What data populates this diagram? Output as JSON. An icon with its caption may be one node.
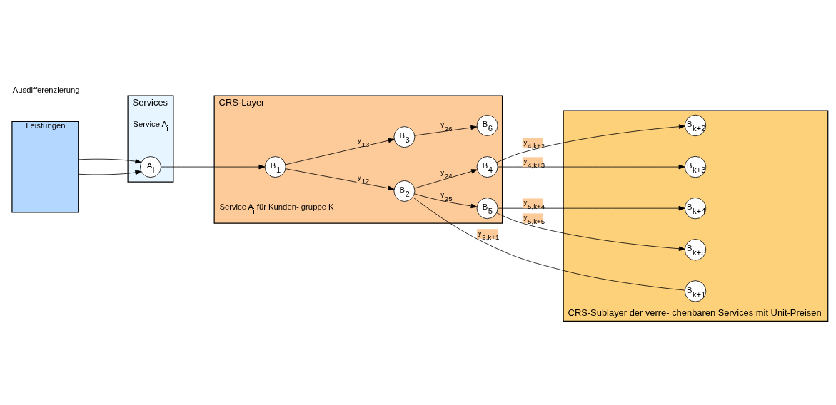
{
  "diagram": {
    "nodes": [
      {
        "text": [
          "Leistungen"
        ]
      },
      {
        "text": [
          "Services"
        ]
      },
      {
        "text": [
          "A$_{i}$"
        ],
        "beside": [
          "Service A$_{i}$"
        ],
        "in": 1
      },
      {
        "text": [
          "CRS-Layer"
        ]
      },
      {
        "text": [
          "B$_{1}$"
        ],
        "beside": [
          "Service A$_{i}$ für Kunden- gruppe K"
        ],
        "in": 3
      },
      {
        "text": [
          "B$_{2}$"
        ],
        "in": 3
      },
      {
        "text": [
          "B$_{3}$"
        ],
        "in": 3
      },
      {
        "text": [
          "B$_{4}$"
        ],
        "in": 3
      },
      {
        "text": [
          "B$_{5}$"
        ],
        "in": 3
      },
      {
        "text": [
          "B$_{6}$"
        ],
        "in": 3
      },
      {
        "text": [
          "CRS-Sublayer der verre- chenbaren Services mit Unit-Preisen"
        ]
      },
      {
        "text": [
          "B$_{k+1}$"
        ],
        "in": 10
      },
      {
        "text": [
          "B$_{k+2}$"
        ],
        "in": 10
      },
      {
        "text": [
          "B$_{k+3}$"
        ],
        "in": 10
      },
      {
        "text": [
          "B$_{k+4}$"
        ],
        "in": 10
      },
      {
        "text": [
          "B$_{k+5}$"
        ],
        "in": 10
      }
    ],
    "edges": [
      {
        "from": 0,
        "to": 2,
        "arrow": "to"
      },
      {
        "from": 0,
        "to": 2,
        "arrow": "to"
      },
      {
        "from": 2,
        "to": 4,
        "arrow": "to"
      },
      {
        "from": 4,
        "to": 5,
        "arrow": "to",
        "label": "y$_{12}$"
      },
      {
        "from": 4,
        "to": 6,
        "arrow": "to",
        "label": "y$_{13}$"
      },
      {
        "from": 5,
        "to": 11,
        "arrow": "none",
        "label": "y$_{2,k+1}$"
      },
      {
        "from": 5,
        "to": 7,
        "arrow": "to",
        "label": "y$_{24}$"
      },
      {
        "from": 5,
        "to": 8,
        "arrow": "to",
        "label": "y$_{25}$"
      },
      {
        "from": 6,
        "to": 9,
        "arrow": "to",
        "label": "y$_{26}$"
      },
      {
        "from": 7,
        "to": 12,
        "arrow": "to",
        "label": "y$_{4,k+2}$"
      },
      {
        "from": 7,
        "to": 13,
        "arrow": "to",
        "label": "y$_{4,k+3}$"
      },
      {
        "from": 8,
        "to": 14,
        "arrow": "to",
        "label": "y$_{5,k+4}$"
      },
      {
        "from": 8,
        "to": 15,
        "arrow": "to",
        "label": "y$_{5,k+5}$"
      }
    ],
    "labels": [
      "Ausdifferenzierung"
    ]
  }
}
